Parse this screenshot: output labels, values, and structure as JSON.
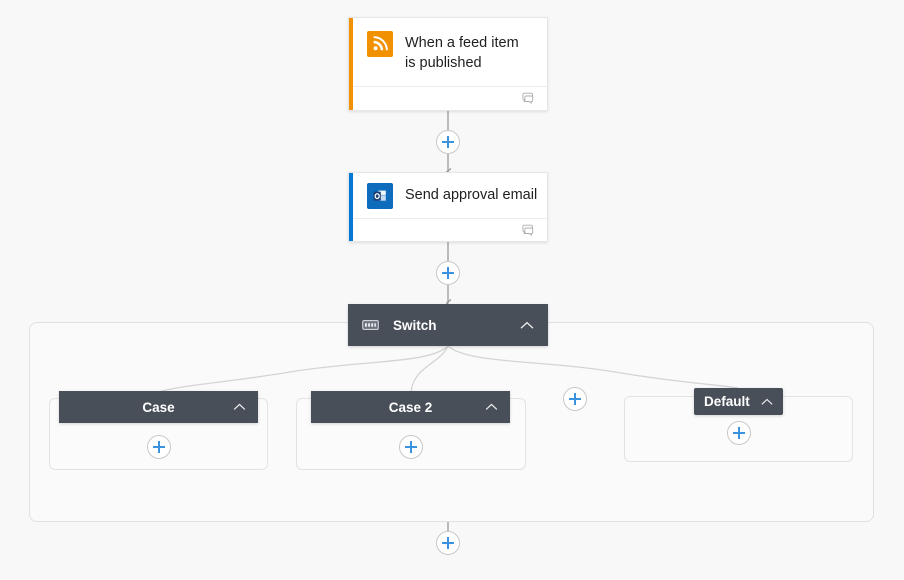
{
  "canvas": {
    "background": "#f8f8f8",
    "accent_blue": "#3b93e0",
    "node_header_bg": "#484f58",
    "trigger_accent": "#f29100",
    "action_accent": "#0078d4"
  },
  "nodes": [
    {
      "id": "trigger-feed",
      "type": "trigger-card",
      "title": "When a feed item is published",
      "icon": "rss-icon",
      "accent_color": "#f29100",
      "footer_icon": "comment-icon"
    },
    {
      "id": "action-email",
      "type": "action-card",
      "title": "Send approval email",
      "icon": "outlook-icon",
      "accent_color": "#0078d4",
      "footer_icon": "comment-icon"
    },
    {
      "id": "switch",
      "type": "switch-node",
      "title": "Switch",
      "icon": "switch-icon",
      "chevron": "chevron-up-icon"
    }
  ],
  "branches": [
    {
      "id": "case-1",
      "title": "Case",
      "chevron": "chevron-up-icon",
      "add_label": "+"
    },
    {
      "id": "case-2",
      "title": "Case 2",
      "chevron": "chevron-up-icon",
      "add_label": "+"
    },
    {
      "id": "default",
      "title": "Default",
      "chevron": "chevron-up-icon",
      "add_label": "+"
    }
  ],
  "add_buttons": [
    {
      "id": "add-after-trigger",
      "label": "+"
    },
    {
      "id": "add-after-email",
      "label": "+"
    },
    {
      "id": "add-case",
      "label": "+"
    },
    {
      "id": "add-after-switch",
      "label": "+"
    }
  ]
}
